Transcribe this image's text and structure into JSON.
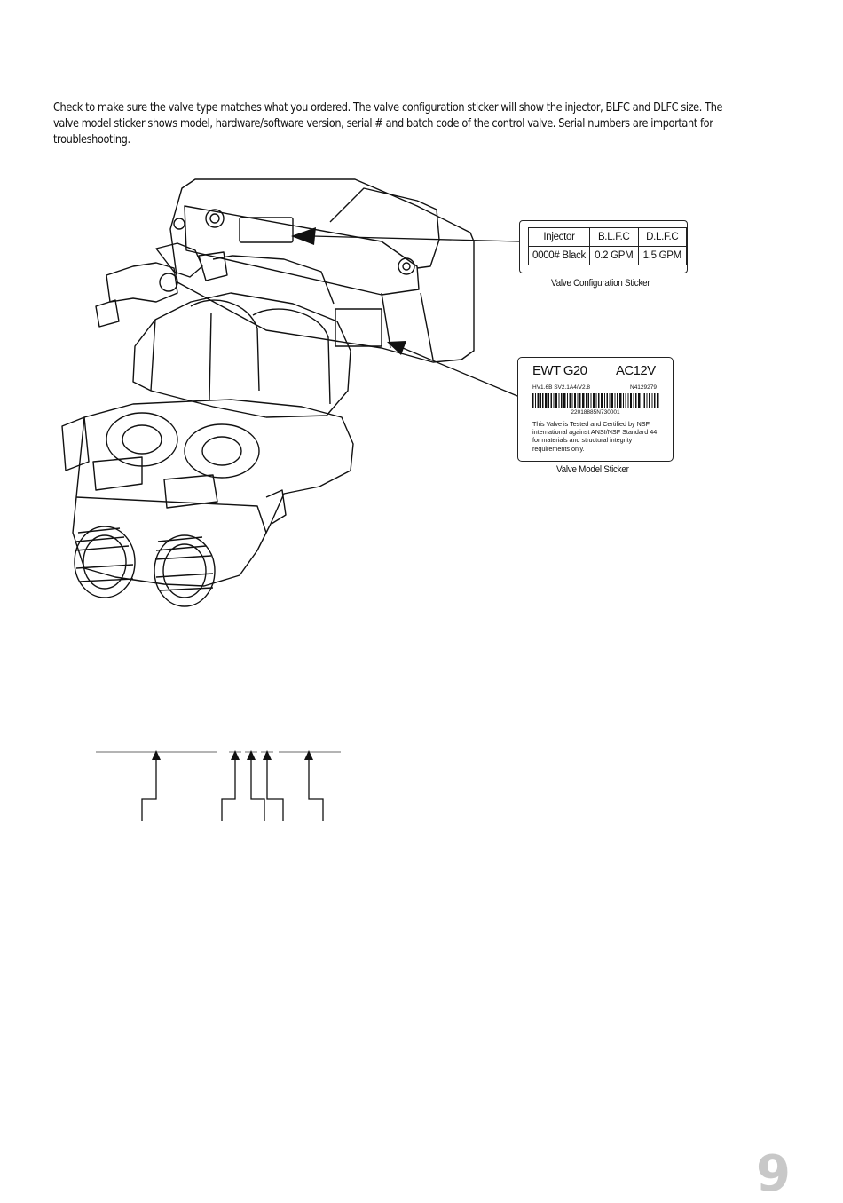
{
  "intro_text": "Check to make sure the valve type matches what you ordered. The valve configuration sticker will show the injector, BLFC and DLFC size. The valve model sticker shows model, hardware/software version, serial # and batch code of the control valve. Serial numbers are important for troubleshooting.",
  "config_sticker": {
    "caption": "Valve Configuration Sticker",
    "headers": [
      "Injector",
      "B.L.F.C",
      "D.L.F.C"
    ],
    "values": [
      "0000# Black",
      "0.2 GPM",
      "1.5 GPM"
    ]
  },
  "model_sticker": {
    "caption": "Valve Model Sticker",
    "model": "EWT G20",
    "power": "AC12V",
    "version": "HV1.6B   SV2.1A4/V2.8",
    "batch": "N4129279",
    "serial": "22018885N730001",
    "certification": "This Valve is Tested and Certified by NSF international against ANSI/NSF Standard 44 for materials and structural integrity requirements only."
  },
  "page_number": "9"
}
